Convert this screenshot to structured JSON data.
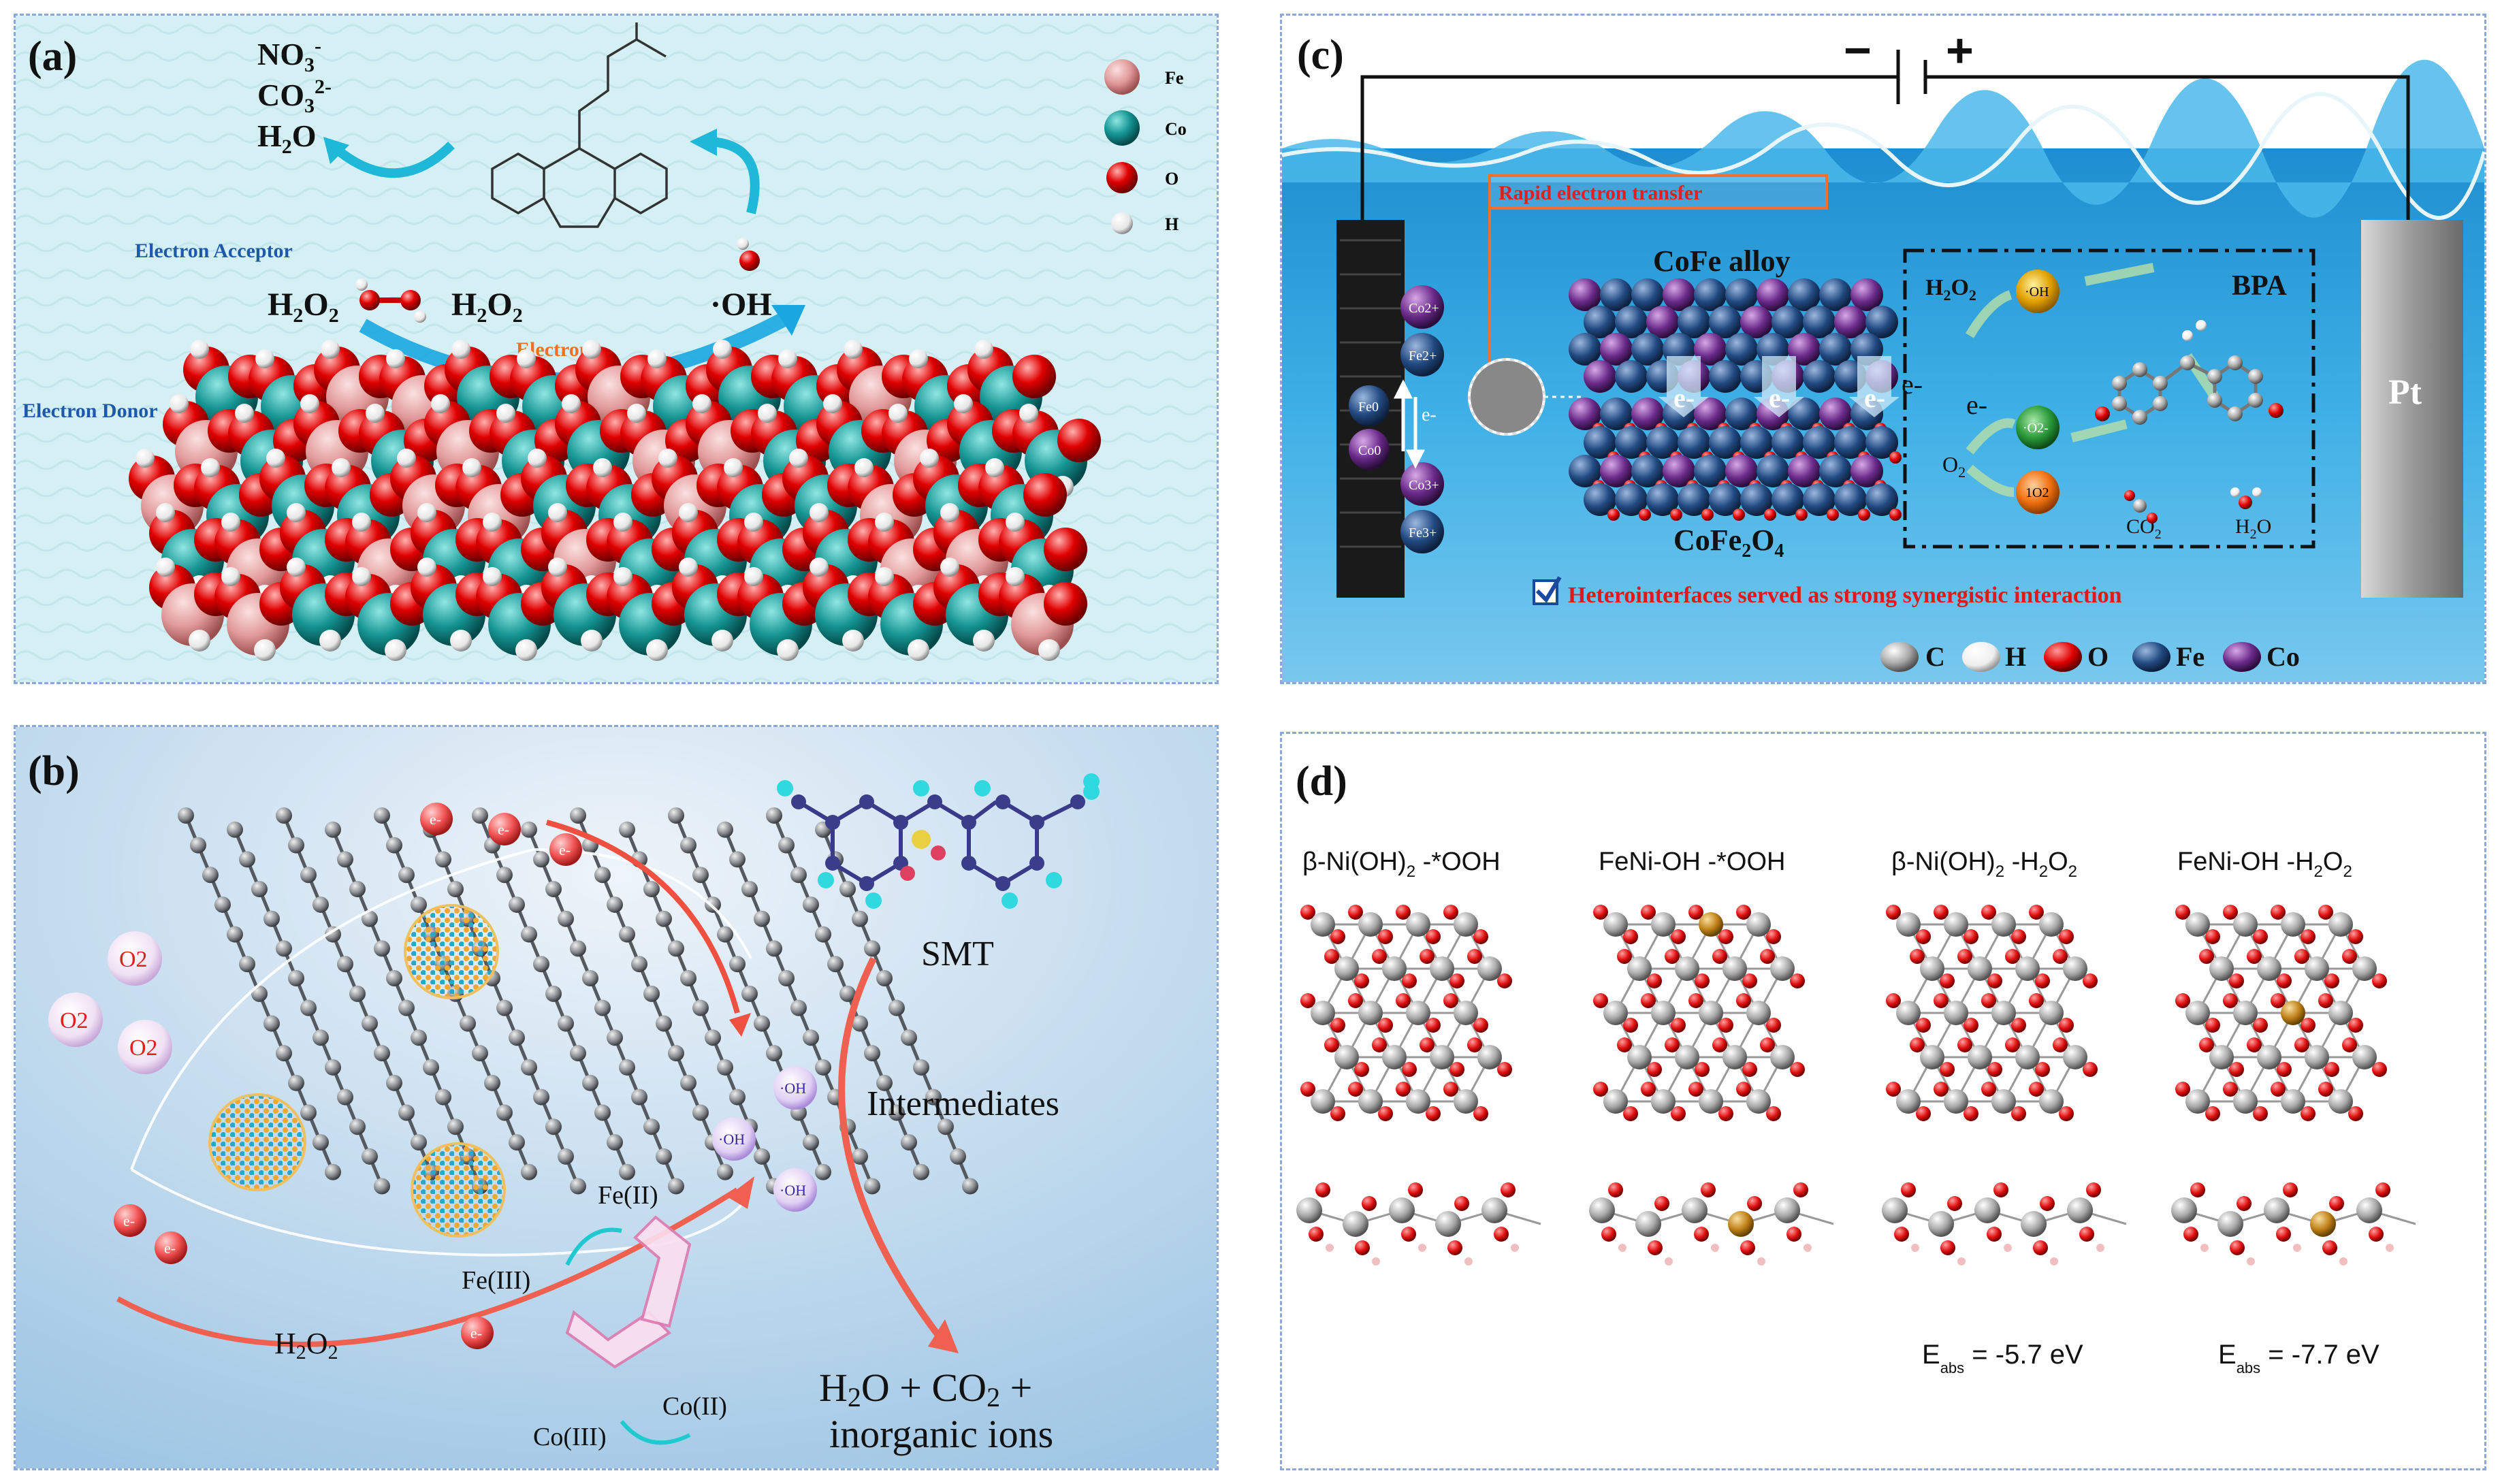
{
  "panel_a": {
    "label": "(a)",
    "species": [
      "NO3-",
      "CO32-",
      "H2O"
    ],
    "species_display": {
      "no3": "NO",
      "no3_sub": "3",
      "no3_sup": "-",
      "co3": "CO",
      "co3_sub": "3",
      "co3_sup": "2-",
      "h2o": "H",
      "h2o_sub": "2",
      "h2o_o": "O"
    },
    "electron_acceptor": "Electron Acceptor",
    "electron_donor": "Electron Donor",
    "electron": "Electron",
    "h2o2_left": "H2O2",
    "h2o2_right": "H2O2",
    "oh": "·OH",
    "legend": [
      "Fe",
      "Co",
      "O",
      "H"
    ],
    "colors": {
      "fe": "#e89a9a",
      "co": "#1a9a98",
      "o": "#e00000",
      "h": "#f4f4f4",
      "bg": "#cfeef3"
    }
  },
  "panel_b": {
    "label": "(b)",
    "o2": [
      "O2",
      "O2",
      "O2"
    ],
    "electron": "e-",
    "oh": "·OH",
    "h2o2": "H2O2",
    "fe3": "Fe(III)",
    "fe2": "Fe(II)",
    "co3": "Co(III)",
    "co2": "Co(II)",
    "smt": "SMT",
    "intermediates": "Intermediates",
    "products_line1": "H2O + CO2 +",
    "products_line2": "inorganic ions"
  },
  "panel_c": {
    "label": "(c)",
    "minus": "−",
    "plus": "+",
    "rapid": "Rapid electron transfer",
    "alloy": "CoFe alloy",
    "spinel": "CoFe2O4",
    "bpa": "BPA",
    "h2o2": "H2O2",
    "o2": "O2",
    "co2": "CO2",
    "h2o": "H2O",
    "pt": "Pt",
    "electron": "e-",
    "radicals": [
      "·OH",
      "·O2-",
      "1O2"
    ],
    "ions": [
      "Co2+",
      "Fe2+",
      "Fe0",
      "Co0",
      "Co3+",
      "Fe3+"
    ],
    "heterointerface": "Heterointerfaces served as strong synergistic interaction",
    "legend": [
      "C",
      "H",
      "O",
      "Fe",
      "Co"
    ]
  },
  "panel_d": {
    "label": "(d)",
    "titles": [
      "β-Ni(OH)2 -*OOH",
      "FeNi-OH -*OOH",
      "β-Ni(OH)2 -H2O2",
      "FeNi-OH -H2O2"
    ],
    "energies": [
      "Eabs = -5.7 eV",
      "Eabs = -7.7 eV"
    ]
  }
}
